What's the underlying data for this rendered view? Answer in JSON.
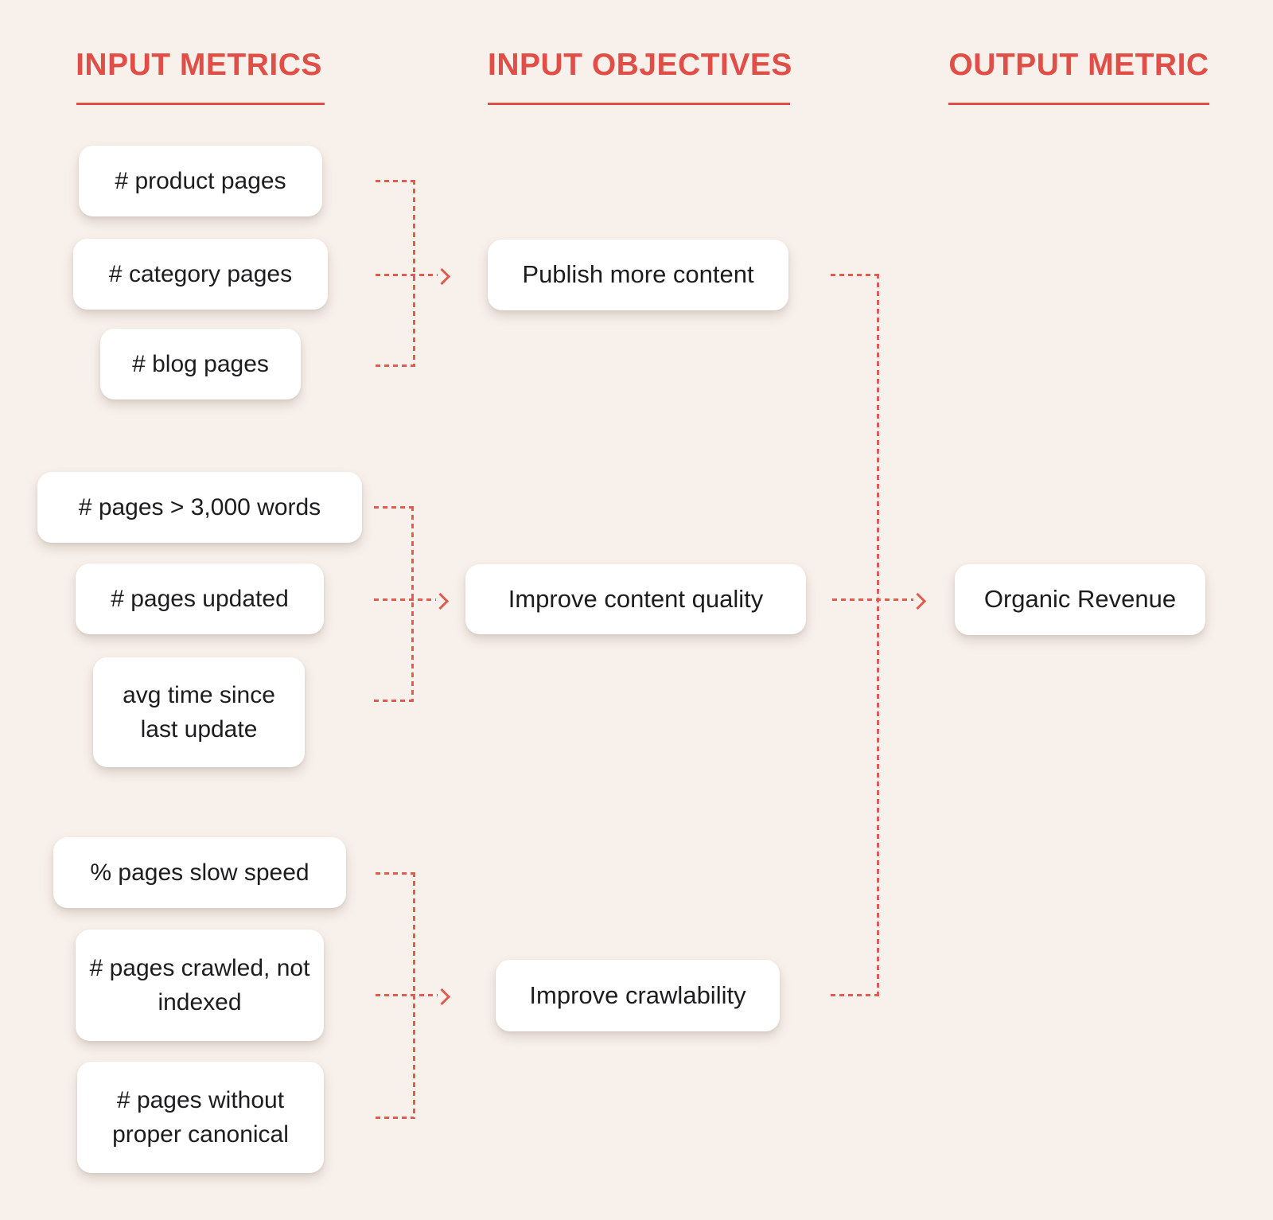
{
  "title": "SEO input metrics to output metric flow diagram",
  "colors": {
    "background": "#f8f0ea",
    "accent": "#df4f47",
    "connector": "#e15b50",
    "node_background": "#ffffff",
    "node_text": "#1d1d1f"
  },
  "columns": {
    "input_metrics": {
      "header": "INPUT METRICS",
      "items": [
        {
          "label": "# product pages"
        },
        {
          "label": "# category pages"
        },
        {
          "label": "# blog pages"
        },
        {
          "label": "# pages > 3,000 words"
        },
        {
          "label": "# pages updated"
        },
        {
          "label": "avg time since last update"
        },
        {
          "label": "% pages slow speed"
        },
        {
          "label": "# pages crawled, not indexed"
        },
        {
          "label": "# pages without proper canonical"
        }
      ]
    },
    "input_objectives": {
      "header": "INPUT OBJECTIVES",
      "items": [
        {
          "label": "Publish more content"
        },
        {
          "label": "Improve content quality"
        },
        {
          "label": "Improve crawlability"
        }
      ]
    },
    "output_metric": {
      "header": "OUTPUT METRIC",
      "items": [
        {
          "label": "Organic Revenue"
        }
      ]
    }
  },
  "connections": [
    {
      "from": [
        "# product pages",
        "# category pages",
        "# blog pages"
      ],
      "to": "Publish more content"
    },
    {
      "from": [
        "# pages > 3,000 words",
        "# pages updated",
        "avg time since last update"
      ],
      "to": "Improve content quality"
    },
    {
      "from": [
        "% pages slow speed",
        "# pages crawled, not indexed",
        "# pages without proper canonical"
      ],
      "to": "Improve crawlability"
    },
    {
      "from": [
        "Publish more content",
        "Improve content quality",
        "Improve crawlability"
      ],
      "to": "Organic Revenue"
    }
  ]
}
